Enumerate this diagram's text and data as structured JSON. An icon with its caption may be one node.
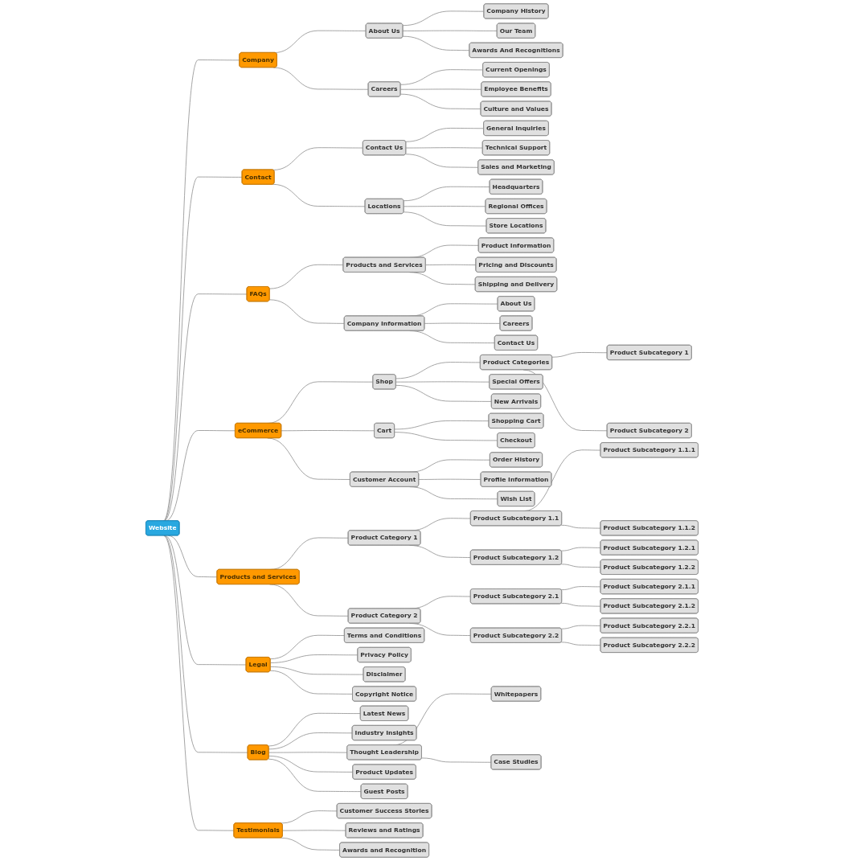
{
  "diagram": {
    "nodes": [
      {
        "text": [
          "Website"
        ]
      },
      {
        "text": [
          "Company"
        ]
      },
      {
        "text": [
          "About Us"
        ]
      },
      {
        "text": [
          "Company History"
        ]
      },
      {
        "text": [
          "Our Team"
        ]
      },
      {
        "text": [
          "Awards And Recognitions"
        ]
      },
      {
        "text": [
          "Careers"
        ]
      },
      {
        "text": [
          "Current Openings"
        ]
      },
      {
        "text": [
          "Employee Benefits"
        ]
      },
      {
        "text": [
          "Culture and Values"
        ]
      },
      {
        "text": [
          "Contact"
        ]
      },
      {
        "text": [
          "Contact Us"
        ]
      },
      {
        "text": [
          "General Inquiries"
        ]
      },
      {
        "text": [
          "Technical Support"
        ]
      },
      {
        "text": [
          "Sales and Marketing"
        ]
      },
      {
        "text": [
          "Locations"
        ]
      },
      {
        "text": [
          "Headquarters"
        ]
      },
      {
        "text": [
          "Regional Offices"
        ]
      },
      {
        "text": [
          "Store Locations"
        ]
      },
      {
        "text": [
          "FAQs"
        ]
      },
      {
        "text": [
          "Products and Services"
        ]
      },
      {
        "text": [
          "Product Information"
        ]
      },
      {
        "text": [
          "Pricing and Discounts"
        ]
      },
      {
        "text": [
          "Shipping and Delivery"
        ]
      },
      {
        "text": [
          "Company Information"
        ]
      },
      {
        "text": [
          "About Us"
        ]
      },
      {
        "text": [
          "Careers"
        ]
      },
      {
        "text": [
          "Contact Us"
        ]
      },
      {
        "text": [
          "eCommerce"
        ]
      },
      {
        "text": [
          "Shop"
        ]
      },
      {
        "text": [
          "Product Categories"
        ]
      },
      {
        "text": [
          "Product Subcategory 1"
        ]
      },
      {
        "text": [
          "Product Subcategory 2"
        ]
      },
      {
        "text": [
          "Special Offers"
        ]
      },
      {
        "text": [
          "New Arrivals"
        ]
      },
      {
        "text": [
          "Cart"
        ]
      },
      {
        "text": [
          "Shopping Cart"
        ]
      },
      {
        "text": [
          "Checkout"
        ]
      },
      {
        "text": [
          "Customer Account"
        ]
      },
      {
        "text": [
          "Order History"
        ]
      },
      {
        "text": [
          "Profile Information"
        ]
      },
      {
        "text": [
          "Wish List"
        ]
      },
      {
        "text": [
          "Products and Services"
        ]
      },
      {
        "text": [
          "Product Category 1"
        ]
      },
      {
        "text": [
          "Product Subcategory 1.1"
        ]
      },
      {
        "text": [
          "Product Subcategory 1.1.1"
        ]
      },
      {
        "text": [
          "Product Subcategory 1.1.2"
        ]
      },
      {
        "text": [
          "Product Subcategory 1.2"
        ]
      },
      {
        "text": [
          "Product Subcategory 1.2.1"
        ]
      },
      {
        "text": [
          "Product Subcategory 1.2.2"
        ]
      },
      {
        "text": [
          "Product Category 2"
        ]
      },
      {
        "text": [
          "Product Subcategory 2.1"
        ]
      },
      {
        "text": [
          "Product Subcategory 2.1.1"
        ]
      },
      {
        "text": [
          "Product Subcategory 2.1.2"
        ]
      },
      {
        "text": [
          "Product Subcategory 2.2"
        ]
      },
      {
        "text": [
          "Product Subcategory 2.2.1"
        ]
      },
      {
        "text": [
          "Product Subcategory 2.2.2"
        ]
      },
      {
        "text": [
          "Legal"
        ]
      },
      {
        "text": [
          "Terms and Conditions"
        ]
      },
      {
        "text": [
          "Privacy Policy"
        ]
      },
      {
        "text": [
          "Disclaimer"
        ]
      },
      {
        "text": [
          "Copyright Notice"
        ]
      },
      {
        "text": [
          "Blog"
        ]
      },
      {
        "text": [
          "Latest News"
        ]
      },
      {
        "text": [
          "Industry Insights"
        ]
      },
      {
        "text": [
          "Thought Leadership"
        ]
      },
      {
        "text": [
          "Whitepapers"
        ]
      },
      {
        "text": [
          "Case Studies"
        ]
      },
      {
        "text": [
          "Product Updates"
        ]
      },
      {
        "text": [
          "Guest Posts"
        ]
      },
      {
        "text": [
          "Testimonials"
        ]
      },
      {
        "text": [
          "Customer Success Stories"
        ]
      },
      {
        "text": [
          "Reviews and Ratings"
        ]
      },
      {
        "text": [
          "Awards and Recognition"
        ]
      }
    ],
    "edges": [
      {
        "from": 0,
        "to": 1,
        "arrow": "none"
      },
      {
        "from": 1,
        "to": 2,
        "arrow": "none"
      },
      {
        "from": 2,
        "to": 3,
        "arrow": "none"
      },
      {
        "from": 2,
        "to": 4,
        "arrow": "none"
      },
      {
        "from": 2,
        "to": 5,
        "arrow": "none"
      },
      {
        "from": 1,
        "to": 6,
        "arrow": "none"
      },
      {
        "from": 6,
        "to": 7,
        "arrow": "none"
      },
      {
        "from": 6,
        "to": 8,
        "arrow": "none"
      },
      {
        "from": 6,
        "to": 9,
        "arrow": "none"
      },
      {
        "from": 0,
        "to": 10,
        "arrow": "none"
      },
      {
        "from": 10,
        "to": 11,
        "arrow": "none"
      },
      {
        "from": 11,
        "to": 12,
        "arrow": "none"
      },
      {
        "from": 11,
        "to": 13,
        "arrow": "none"
      },
      {
        "from": 11,
        "to": 14,
        "arrow": "none"
      },
      {
        "from": 10,
        "to": 15,
        "arrow": "none"
      },
      {
        "from": 15,
        "to": 16,
        "arrow": "none"
      },
      {
        "from": 15,
        "to": 17,
        "arrow": "none"
      },
      {
        "from": 15,
        "to": 18,
        "arrow": "none"
      },
      {
        "from": 0,
        "to": 19,
        "arrow": "none"
      },
      {
        "from": 19,
        "to": 20,
        "arrow": "none"
      },
      {
        "from": 20,
        "to": 21,
        "arrow": "none"
      },
      {
        "from": 20,
        "to": 22,
        "arrow": "none"
      },
      {
        "from": 20,
        "to": 23,
        "arrow": "none"
      },
      {
        "from": 19,
        "to": 24,
        "arrow": "none"
      },
      {
        "from": 24,
        "to": 25,
        "arrow": "none"
      },
      {
        "from": 24,
        "to": 26,
        "arrow": "none"
      },
      {
        "from": 24,
        "to": 27,
        "arrow": "none"
      },
      {
        "from": 0,
        "to": 28,
        "arrow": "none"
      },
      {
        "from": 28,
        "to": 29,
        "arrow": "none"
      },
      {
        "from": 29,
        "to": 30,
        "arrow": "none"
      },
      {
        "from": 30,
        "to": 31,
        "arrow": "none"
      },
      {
        "from": 30,
        "to": 32,
        "arrow": "none"
      },
      {
        "from": 29,
        "to": 33,
        "arrow": "none"
      },
      {
        "from": 29,
        "to": 34,
        "arrow": "none"
      },
      {
        "from": 28,
        "to": 35,
        "arrow": "none"
      },
      {
        "from": 35,
        "to": 36,
        "arrow": "none"
      },
      {
        "from": 35,
        "to": 37,
        "arrow": "none"
      },
      {
        "from": 28,
        "to": 38,
        "arrow": "none"
      },
      {
        "from": 38,
        "to": 39,
        "arrow": "none"
      },
      {
        "from": 38,
        "to": 40,
        "arrow": "none"
      },
      {
        "from": 38,
        "to": 41,
        "arrow": "none"
      },
      {
        "from": 0,
        "to": 42,
        "arrow": "none"
      },
      {
        "from": 42,
        "to": 43,
        "arrow": "none"
      },
      {
        "from": 43,
        "to": 44,
        "arrow": "none"
      },
      {
        "from": 44,
        "to": 45,
        "arrow": "none"
      },
      {
        "from": 44,
        "to": 46,
        "arrow": "none"
      },
      {
        "from": 43,
        "to": 47,
        "arrow": "none"
      },
      {
        "from": 47,
        "to": 48,
        "arrow": "none"
      },
      {
        "from": 47,
        "to": 49,
        "arrow": "none"
      },
      {
        "from": 42,
        "to": 50,
        "arrow": "none"
      },
      {
        "from": 50,
        "to": 51,
        "arrow": "none"
      },
      {
        "from": 51,
        "to": 52,
        "arrow": "none"
      },
      {
        "from": 51,
        "to": 53,
        "arrow": "none"
      },
      {
        "from": 50,
        "to": 54,
        "arrow": "none"
      },
      {
        "from": 54,
        "to": 55,
        "arrow": "none"
      },
      {
        "from": 54,
        "to": 56,
        "arrow": "none"
      },
      {
        "from": 0,
        "to": 57,
        "arrow": "none"
      },
      {
        "from": 57,
        "to": 58,
        "arrow": "none"
      },
      {
        "from": 57,
        "to": 59,
        "arrow": "none"
      },
      {
        "from": 57,
        "to": 60,
        "arrow": "none"
      },
      {
        "from": 57,
        "to": 61,
        "arrow": "none"
      },
      {
        "from": 0,
        "to": 62,
        "arrow": "none"
      },
      {
        "from": 62,
        "to": 63,
        "arrow": "none"
      },
      {
        "from": 62,
        "to": 64,
        "arrow": "none"
      },
      {
        "from": 62,
        "to": 65,
        "arrow": "none"
      },
      {
        "from": 65,
        "to": 66,
        "arrow": "none"
      },
      {
        "from": 65,
        "to": 67,
        "arrow": "none"
      },
      {
        "from": 62,
        "to": 68,
        "arrow": "none"
      },
      {
        "from": 62,
        "to": 69,
        "arrow": "none"
      },
      {
        "from": 0,
        "to": 70,
        "arrow": "none"
      },
      {
        "from": 70,
        "to": 71,
        "arrow": "none"
      },
      {
        "from": 70,
        "to": 72,
        "arrow": "none"
      },
      {
        "from": 70,
        "to": 73,
        "arrow": "none"
      }
    ]
  }
}
